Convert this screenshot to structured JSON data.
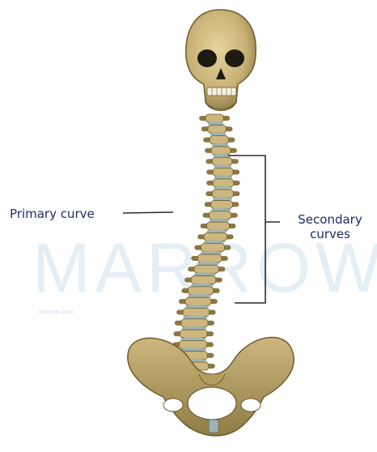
{
  "labels": {
    "primary_curve": "Primary curve",
    "secondary_line1": "Secondary",
    "secondary_line2": "curves"
  },
  "watermark": {
    "text": "MARROW",
    "small_text": "marrow.com"
  },
  "colors": {
    "bone": "#cdb77e",
    "bone_dark": "#8a7745",
    "disc": "#9fb3b4",
    "label_text": "#1f2a6b",
    "leader_line": "#2a2a2a",
    "watermark": "#dbe9f2"
  }
}
